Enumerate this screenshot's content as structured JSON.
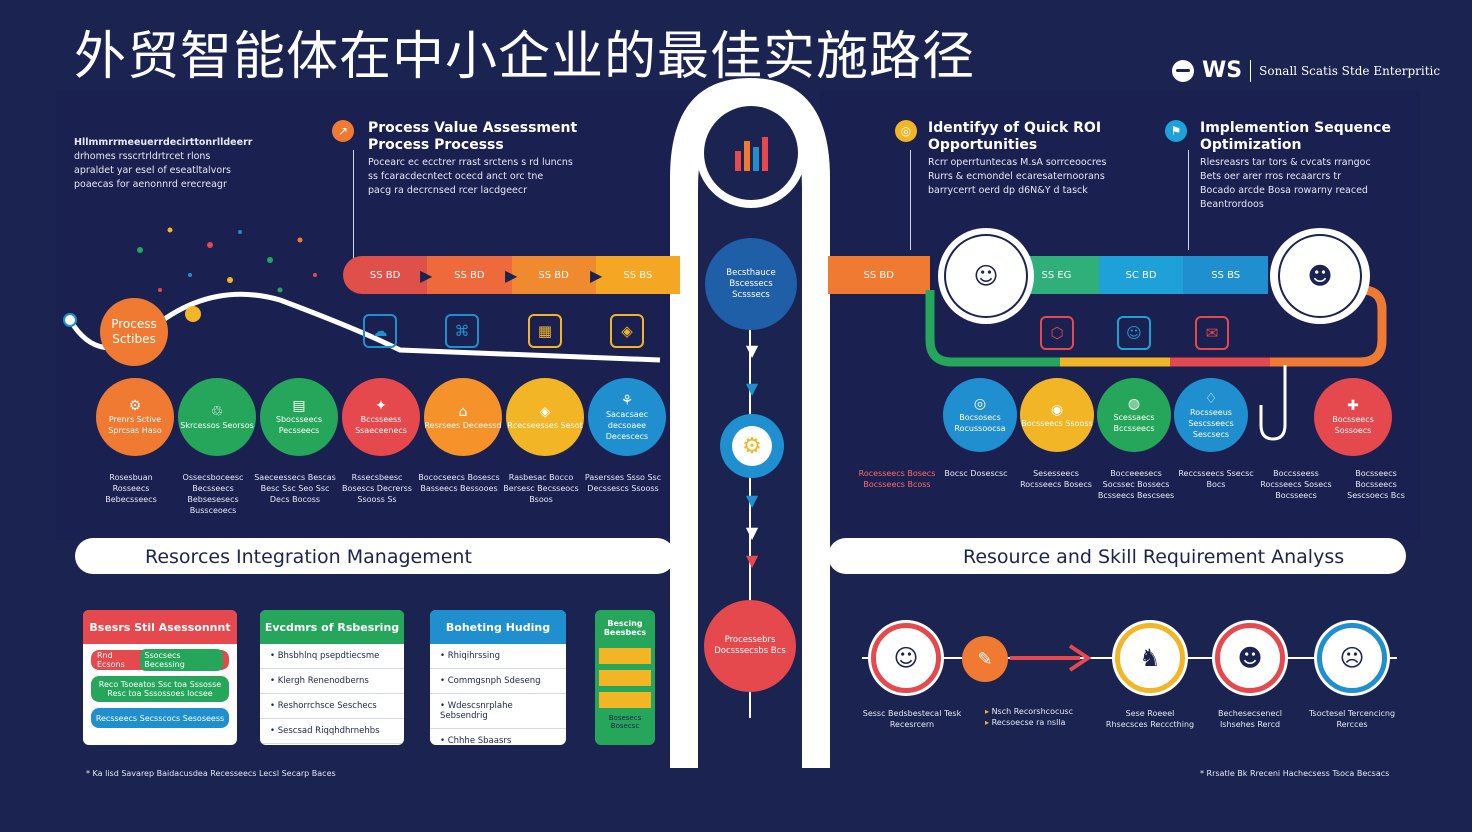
{
  "title": "外贸智能体在中小企业的最佳实施路径",
  "logo": {
    "mark": "WS",
    "tagline": "Sonall Scatis Stde Enterpritic"
  },
  "intro_text": [
    "Hllmmrrmeeuerrdecirttonrlldeerr",
    "drhomes rsscrtrldrtrcet rlons",
    "apraldet yar esel of eseatltalvors",
    "poaecas for aenonnrd erecreagr"
  ],
  "section_process": {
    "title": "Process Value Assessment Process Processs",
    "blurb": [
      "Pocearc ec ecctrer rrast srctens s rd luncns",
      "ss fcaracdecntect ocecd anct orc tne",
      "pacg ra decrcnsed rcer lacdgeecr"
    ]
  },
  "section_roi": {
    "title": "Identifyy of Quick ROI Opportunities",
    "blurb": [
      "Rcrr operrtuntecas M.sA sorrceoocres",
      "Rurrs & ecmondel ecaresaternoorans",
      "barrycerrt oerd dp d6N&Y d tasck"
    ]
  },
  "section_impl": {
    "title": "Implemention Sequence Optimization",
    "blurb": [
      "Rlesreasrs tar tors & cvcats rrangoc",
      "Bets oer arer rros recaarcrs tr",
      "Bocado arcde Bosa rowarny reaced",
      "Beantrordoos"
    ]
  },
  "left_bar": {
    "segments": [
      "SS BD",
      "SS BD",
      "SS BD",
      "SS BS"
    ],
    "colors": [
      "#e0504b",
      "#ee6a3c",
      "#f08a2e",
      "#f5a623"
    ]
  },
  "right_bar": {
    "segments": [
      "SS BD",
      "SS EG",
      "SC BD",
      "SS BS"
    ],
    "colors": [
      "#f07a32",
      "#2fb07a",
      "#1ea0d8",
      "#1f8fd0"
    ]
  },
  "process_node": {
    "line1": "Process",
    "line2": "Sctibes"
  },
  "left_circles": [
    {
      "icon": "⚙",
      "label": "Prenrs Sctive Sprcsas Haso",
      "color": "#f07a32"
    },
    {
      "icon": "♲",
      "label": "Skrcessos Seorsos",
      "color": "#26a65b"
    },
    {
      "icon": "▤",
      "label": "Sbocsseecs Pecsseecs",
      "color": "#26a65b"
    },
    {
      "icon": "✦",
      "label": "Bccsseess Ssaeceenecs",
      "color": "#e5484d"
    },
    {
      "icon": "⌂",
      "label": "Resrsees Deceessd",
      "color": "#f5922a"
    },
    {
      "icon": "◈",
      "label": "Rcecseesses Sesot",
      "color": "#f2b526"
    },
    {
      "icon": "⚘",
      "label": "Sacacsaec decsoaee Decescecs",
      "color": "#1f8fd0"
    }
  ],
  "left_captions": [
    "Rosesbuan Rosseecs Bebecsseecs",
    "Ossecsboceesc Becsseecs Bebsesesecs Bussceoecs",
    "Saeceessecs Bescas Besc Ssc Seo Ssc Decs Bocoss",
    "Rssecsbeesc Bosescs Decrerss Ssooss Ss",
    "Bococseecs Bosescs Basseecs Bessooes",
    "Rasbesac Bocco Bersesc Becsseocs Bsoos",
    "Pasersses Ssso Ssc Decssescs Ssooss"
  ],
  "right_circles": [
    {
      "icon": "◎",
      "label": "Bocsosecs Rocussoocsa",
      "color": "#1f8fd0"
    },
    {
      "icon": "◉",
      "label": "Bocsseecs Ssooss",
      "color": "#f2b526"
    },
    {
      "icon": "◍",
      "label": "Scessaecs Bccsseecs",
      "color": "#26a65b"
    },
    {
      "icon": "♢",
      "label": "Rocsseeus Sescsseecs Sescsecs",
      "color": "#1f8fd0"
    },
    {
      "icon": "✚",
      "label": "Bocsseecs Sossoecs",
      "color": "#e5484d"
    }
  ],
  "right_captions": [
    "Rocesseecs Bosecs Bocsseecs Bcoss",
    "Bocsc Dosescsc",
    "Sesesseecs Rocsseecs Bosecs",
    "Bocceeesecs Socssec Bossecs Bcsseecs Bescsees",
    "Reccsseecs Ssecsc Bocs",
    "Boccsseess Rocsseecs Sosecs Bocsseecs",
    "Bocsseecs Bocsseecs Sescsoecs Bcs"
  ],
  "center_top_node": "Becsthauce Bscessecs Scsssecs",
  "center_bottom_node": "Processebrs Docsssecsbs Bcs",
  "pill_left": "Resorces Integration Management",
  "pill_right": "Resource and Skill Requirement Analyss",
  "cards": [
    {
      "head": "Bsesrs Stil Asessonnnt",
      "color": "#e5484d",
      "chips": [
        {
          "a": "Rnd Ecsons",
          "b": "Ssocsecs Becessing"
        },
        {
          "a": "Reco Tsoeatos Ssc toa Sssosse",
          "b": "Resc toa Sssossoes locsee"
        },
        {
          "a": "Recsseecs Secsscocs Sesoseess",
          "b": ""
        }
      ]
    },
    {
      "head": "Evcdmrs of Rsbesring",
      "color": "#26a65b",
      "rows": [
        "Bhsbhlnq psepdtiecsme",
        "Klergh Renenodberns",
        "Reshorrchsce Seschecs",
        "Sescsad Riqqhdhrnehbs"
      ]
    },
    {
      "head": "Boheting Huding",
      "color": "#1f8fd0",
      "rows": [
        "Rhiqihrssing",
        "Commgsnph Sdeseng",
        "Wdescsnrplahe Sebsendrig",
        "Chhhe Sbaasrs"
      ]
    },
    {
      "head": "Bescing Beesbecs",
      "color": "#26a65b",
      "rows": [
        "",
        "",
        "",
        ""
      ],
      "foot": "Bosesecs Bosecsc"
    }
  ],
  "skill_rings": [
    {
      "icon": "☺",
      "color": "#e5484d",
      "caption": "Sessc Bedsbestecal Tesk Recesrcern"
    },
    {
      "icon": "✎",
      "color": "#f07a32",
      "caption": ""
    },
    {
      "icon": "♞",
      "color": "#f2b526",
      "caption": "Sese Roeeel Rhsecsces Recccthing"
    },
    {
      "icon": "☻",
      "color": "#e5484d",
      "caption": "Bechesecsenecl Ishsehes Rercd"
    },
    {
      "icon": "☹",
      "color": "#1f8fd0",
      "caption": "Tsoctesel Tercencicng Rercces"
    }
  ],
  "arrow_notes": [
    "Nsch Recorshcocusc",
    "Recsoecse ra nslla"
  ],
  "footnote_left": "* Ka lisd Savarep Baidacusdea Recesseecs Lecsl Secarp Baces",
  "footnote_right": "* Rrsatle Bk Rreceni Hachecsess Tsoca Becsacs"
}
